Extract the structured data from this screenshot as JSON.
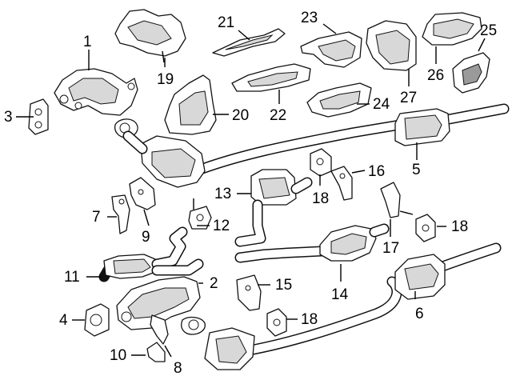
{
  "callouts": [
    {
      "id": "1",
      "label": "1"
    },
    {
      "id": "2",
      "label": "2"
    },
    {
      "id": "3",
      "label": "3"
    },
    {
      "id": "4",
      "label": "4"
    },
    {
      "id": "5",
      "label": "5"
    },
    {
      "id": "6",
      "label": "6"
    },
    {
      "id": "7",
      "label": "7"
    },
    {
      "id": "8",
      "label": "8"
    },
    {
      "id": "9",
      "label": "9"
    },
    {
      "id": "10",
      "label": "10"
    },
    {
      "id": "11",
      "label": "11"
    },
    {
      "id": "12",
      "label": "12"
    },
    {
      "id": "13",
      "label": "13"
    },
    {
      "id": "14",
      "label": "14"
    },
    {
      "id": "15",
      "label": "15"
    },
    {
      "id": "16",
      "label": "16"
    },
    {
      "id": "17",
      "label": "17"
    },
    {
      "id": "18a",
      "label": "18"
    },
    {
      "id": "18b",
      "label": "18"
    },
    {
      "id": "18c",
      "label": "18"
    },
    {
      "id": "18d",
      "label": "18"
    },
    {
      "id": "19",
      "label": "19"
    },
    {
      "id": "20",
      "label": "20"
    },
    {
      "id": "21",
      "label": "21"
    },
    {
      "id": "22",
      "label": "22"
    },
    {
      "id": "23",
      "label": "23"
    },
    {
      "id": "24",
      "label": "24"
    },
    {
      "id": "25",
      "label": "25"
    },
    {
      "id": "26",
      "label": "26"
    },
    {
      "id": "27",
      "label": "27"
    }
  ]
}
